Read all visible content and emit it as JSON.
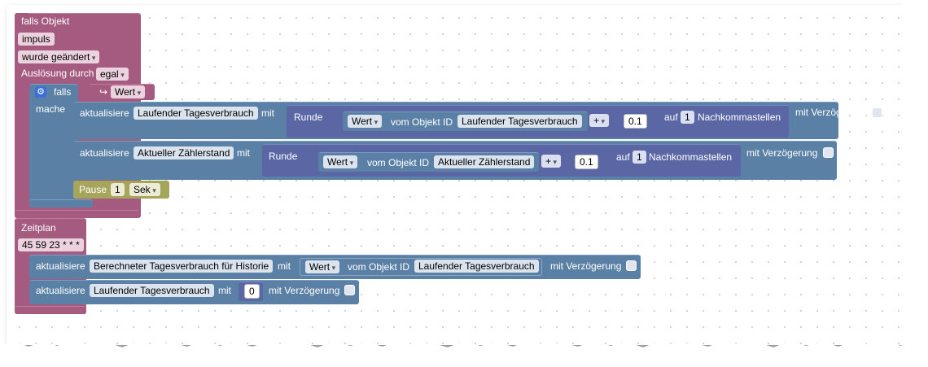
{
  "event": {
    "title": "falls Objekt",
    "object": "impuls",
    "condition": "wurde geändert",
    "trigger_label": "Auslösung durch",
    "trigger_value": "egal"
  },
  "if_block": {
    "falls": "falls",
    "mache": "mache",
    "var": "Wert"
  },
  "update1": {
    "action": "aktualisiere",
    "target": "Laufender Tagesverbrauch",
    "mit": "mit",
    "round": "Runde",
    "value": "Wert",
    "vom": "vom Objekt ID",
    "source": "Laufender Tagesverbrauch",
    "op": "+",
    "operand": "0.1",
    "auf": "auf",
    "digits": "1",
    "decimals": "Nachkommastellen",
    "delay": "mit Verzögerung"
  },
  "update2": {
    "action": "aktualisiere",
    "target": "Aktueller Zählerstand",
    "mit": "mit",
    "round": "Runde",
    "value": "Wert",
    "vom": "vom Objekt ID",
    "source": "Aktueller Zählerstand",
    "op": "+",
    "operand": "0.1",
    "auf": "auf",
    "digits": "1",
    "decimals": "Nachkommastellen",
    "delay": "mit Verzögerung"
  },
  "pause": {
    "label": "Pause",
    "value": "1",
    "unit": "Sek"
  },
  "schedule": {
    "title": "Zeitplan",
    "cron": "45 59 23 * * *"
  },
  "update3": {
    "action": "aktualisiere",
    "target": "Berechneter Tagesverbrauch für Historie",
    "mit": "mit",
    "value": "Wert",
    "vom": "vom Objekt ID",
    "source": "Laufender Tagesverbrauch",
    "delay": "mit Verzögerung"
  },
  "update4": {
    "action": "aktualisiere",
    "target": "Laufender Tagesverbrauch",
    "mit": "mit",
    "value": "0",
    "delay": "mit Verzögerung"
  },
  "colors": {
    "event_block": "#a55b80",
    "io_block": "#5b80a5",
    "math_block": "#5b67a5",
    "timer_block": "#a5a55b"
  }
}
